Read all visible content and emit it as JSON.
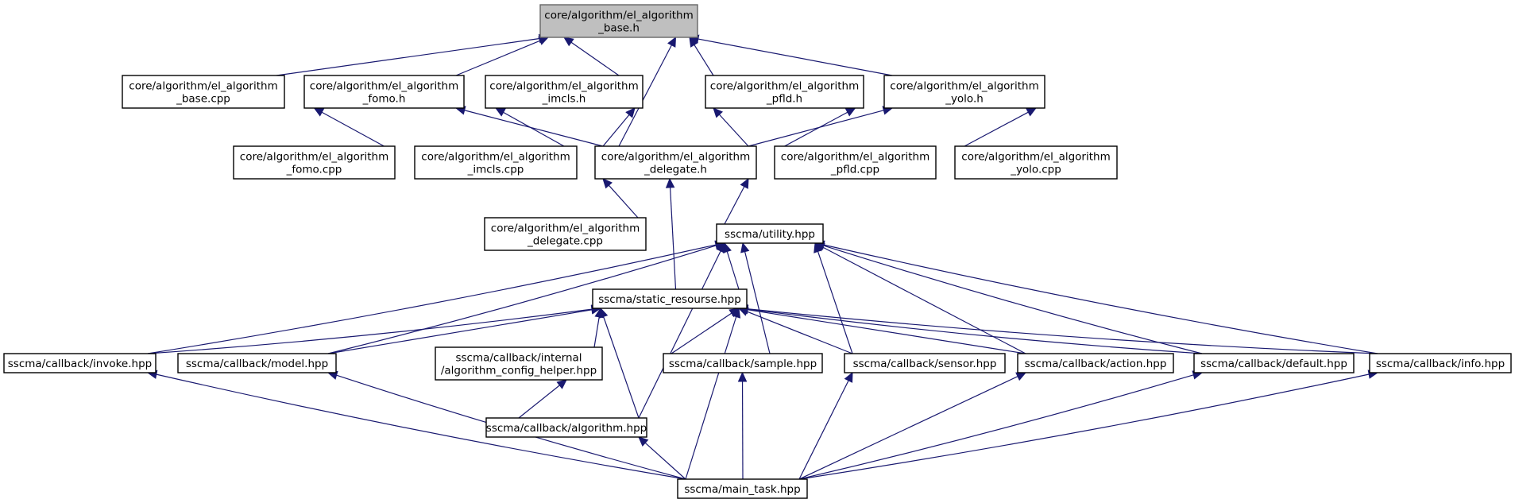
{
  "graph": {
    "edge_color": "#191970",
    "root_fill": "#bfbfbf",
    "nodes": [
      {
        "id": "base_h",
        "lines": [
          "core/algorithm/el_algorithm",
          "_base.h"
        ],
        "root": true
      },
      {
        "id": "base_cpp",
        "lines": [
          "core/algorithm/el_algorithm",
          "_base.cpp"
        ]
      },
      {
        "id": "fomo_h",
        "lines": [
          "core/algorithm/el_algorithm",
          "_fomo.h"
        ]
      },
      {
        "id": "imcls_h",
        "lines": [
          "core/algorithm/el_algorithm",
          "_imcls.h"
        ]
      },
      {
        "id": "pfld_h",
        "lines": [
          "core/algorithm/el_algorithm",
          "_pfld.h"
        ]
      },
      {
        "id": "yolo_h",
        "lines": [
          "core/algorithm/el_algorithm",
          "_yolo.h"
        ]
      },
      {
        "id": "fomo_cpp",
        "lines": [
          "core/algorithm/el_algorithm",
          "_fomo.cpp"
        ]
      },
      {
        "id": "imcls_cpp",
        "lines": [
          "core/algorithm/el_algorithm",
          "_imcls.cpp"
        ]
      },
      {
        "id": "delegate_h",
        "lines": [
          "core/algorithm/el_algorithm",
          "_delegate.h"
        ]
      },
      {
        "id": "pfld_cpp",
        "lines": [
          "core/algorithm/el_algorithm",
          "_pfld.cpp"
        ]
      },
      {
        "id": "yolo_cpp",
        "lines": [
          "core/algorithm/el_algorithm",
          "_yolo.cpp"
        ]
      },
      {
        "id": "delegate_cpp",
        "lines": [
          "core/algorithm/el_algorithm",
          "_delegate.cpp"
        ]
      },
      {
        "id": "utility",
        "lines": [
          "sscma/utility.hpp"
        ]
      },
      {
        "id": "static_res",
        "lines": [
          "sscma/static_resourse.hpp"
        ]
      },
      {
        "id": "invoke",
        "lines": [
          "sscma/callback/invoke.hpp"
        ]
      },
      {
        "id": "model",
        "lines": [
          "sscma/callback/model.hpp"
        ]
      },
      {
        "id": "config_helper",
        "lines": [
          "sscma/callback/internal",
          "/algorithm_config_helper.hpp"
        ]
      },
      {
        "id": "sample",
        "lines": [
          "sscma/callback/sample.hpp"
        ]
      },
      {
        "id": "sensor",
        "lines": [
          "sscma/callback/sensor.hpp"
        ]
      },
      {
        "id": "action",
        "lines": [
          "sscma/callback/action.hpp"
        ]
      },
      {
        "id": "default",
        "lines": [
          "sscma/callback/default.hpp"
        ]
      },
      {
        "id": "info",
        "lines": [
          "sscma/callback/info.hpp"
        ]
      },
      {
        "id": "algorithm",
        "lines": [
          "sscma/callback/algorithm.hpp"
        ]
      },
      {
        "id": "main_task",
        "lines": [
          "sscma/main_task.hpp"
        ]
      }
    ],
    "edges": [
      [
        "base_h",
        "base_cpp"
      ],
      [
        "base_h",
        "fomo_h"
      ],
      [
        "base_h",
        "imcls_h"
      ],
      [
        "base_h",
        "pfld_h"
      ],
      [
        "base_h",
        "yolo_h"
      ],
      [
        "base_h",
        "delegate_h"
      ],
      [
        "fomo_h",
        "fomo_cpp"
      ],
      [
        "fomo_h",
        "delegate_h"
      ],
      [
        "imcls_h",
        "imcls_cpp"
      ],
      [
        "imcls_h",
        "delegate_h"
      ],
      [
        "pfld_h",
        "delegate_h"
      ],
      [
        "pfld_h",
        "pfld_cpp"
      ],
      [
        "yolo_h",
        "delegate_h"
      ],
      [
        "yolo_h",
        "yolo_cpp"
      ],
      [
        "delegate_h",
        "delegate_cpp"
      ],
      [
        "delegate_h",
        "utility"
      ],
      [
        "delegate_h",
        "static_res"
      ],
      [
        "utility",
        "static_res"
      ],
      [
        "utility",
        "invoke"
      ],
      [
        "utility",
        "model"
      ],
      [
        "utility",
        "sample"
      ],
      [
        "utility",
        "sensor"
      ],
      [
        "utility",
        "action"
      ],
      [
        "utility",
        "default"
      ],
      [
        "utility",
        "info"
      ],
      [
        "utility",
        "algorithm"
      ],
      [
        "static_res",
        "invoke"
      ],
      [
        "static_res",
        "model"
      ],
      [
        "static_res",
        "config_helper"
      ],
      [
        "static_res",
        "sample"
      ],
      [
        "static_res",
        "sensor"
      ],
      [
        "static_res",
        "action"
      ],
      [
        "static_res",
        "default"
      ],
      [
        "static_res",
        "info"
      ],
      [
        "static_res",
        "algorithm"
      ],
      [
        "static_res",
        "main_task"
      ],
      [
        "config_helper",
        "algorithm"
      ],
      [
        "invoke",
        "main_task"
      ],
      [
        "model",
        "main_task"
      ],
      [
        "sample",
        "main_task"
      ],
      [
        "sensor",
        "main_task"
      ],
      [
        "action",
        "main_task"
      ],
      [
        "default",
        "main_task"
      ],
      [
        "info",
        "main_task"
      ],
      [
        "algorithm",
        "main_task"
      ]
    ]
  }
}
